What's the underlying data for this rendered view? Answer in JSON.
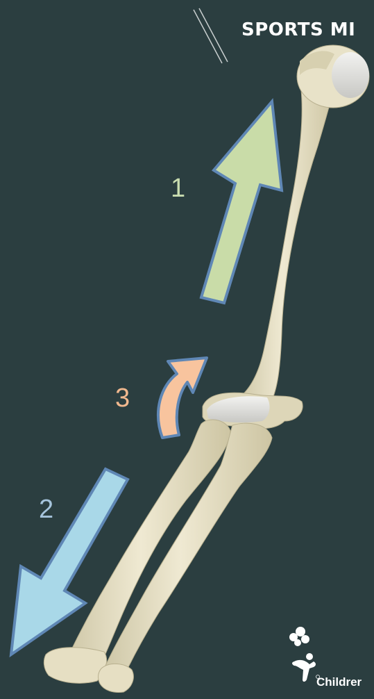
{
  "header": {
    "title": "SPORTS MI"
  },
  "labels": [
    {
      "id": "1",
      "text": "1",
      "color": "#c9ddb0"
    },
    {
      "id": "2",
      "text": "2",
      "color": "#a6c4dc"
    },
    {
      "id": "3",
      "text": "3",
      "color": "#f2b98f"
    }
  ],
  "arrows": {
    "arrow1": {
      "fill": "#c9dca8",
      "stroke": "#5f87b5"
    },
    "arrow2": {
      "fill": "#a9d8e8",
      "stroke": "#5f87b5"
    },
    "arrow3": {
      "fill": "#f8c49e",
      "stroke": "#5f87b5"
    }
  },
  "brand": {
    "name": "Childrer"
  },
  "colors": {
    "background": "#2b3e40",
    "bone": "#e7e0c4",
    "bone_shadow": "#c9c1a1"
  }
}
